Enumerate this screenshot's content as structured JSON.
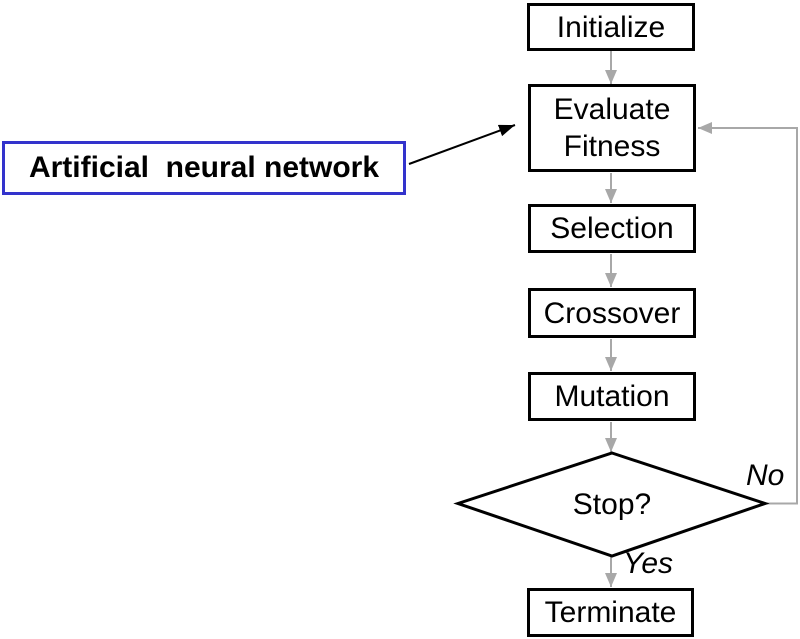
{
  "diagram": {
    "type": "flowchart",
    "subject": "genetic-algorithm-loop",
    "nodes": [
      {
        "id": "initialize",
        "label": "Initialize",
        "shape": "rect"
      },
      {
        "id": "evaluate-fitness",
        "label": "Evaluate Fitness",
        "shape": "rect"
      },
      {
        "id": "selection",
        "label": "Selection",
        "shape": "rect"
      },
      {
        "id": "crossover",
        "label": "Crossover",
        "shape": "rect"
      },
      {
        "id": "mutation",
        "label": "Mutation",
        "shape": "rect"
      },
      {
        "id": "stop",
        "label": "Stop?",
        "shape": "diamond"
      },
      {
        "id": "terminate",
        "label": "Terminate",
        "shape": "rect"
      }
    ],
    "edges": [
      {
        "from": "initialize",
        "to": "evaluate-fitness",
        "label": ""
      },
      {
        "from": "evaluate-fitness",
        "to": "selection",
        "label": ""
      },
      {
        "from": "selection",
        "to": "crossover",
        "label": ""
      },
      {
        "from": "crossover",
        "to": "mutation",
        "label": ""
      },
      {
        "from": "mutation",
        "to": "stop",
        "label": ""
      },
      {
        "from": "stop",
        "to": "terminate",
        "label": "Yes"
      },
      {
        "from": "stop",
        "to": "evaluate-fitness",
        "label": "No"
      }
    ],
    "annotation": {
      "label": "Artificial  neural network",
      "points_to": "evaluate-fitness"
    },
    "colors": {
      "background": "#ffffff",
      "node_border": "#000000",
      "node_fill": "#ffffff",
      "text": "#000000",
      "connector_gray": "#a8a8a8",
      "annotation_border": "#3333cc",
      "annotation_arrow": "#000000"
    }
  }
}
